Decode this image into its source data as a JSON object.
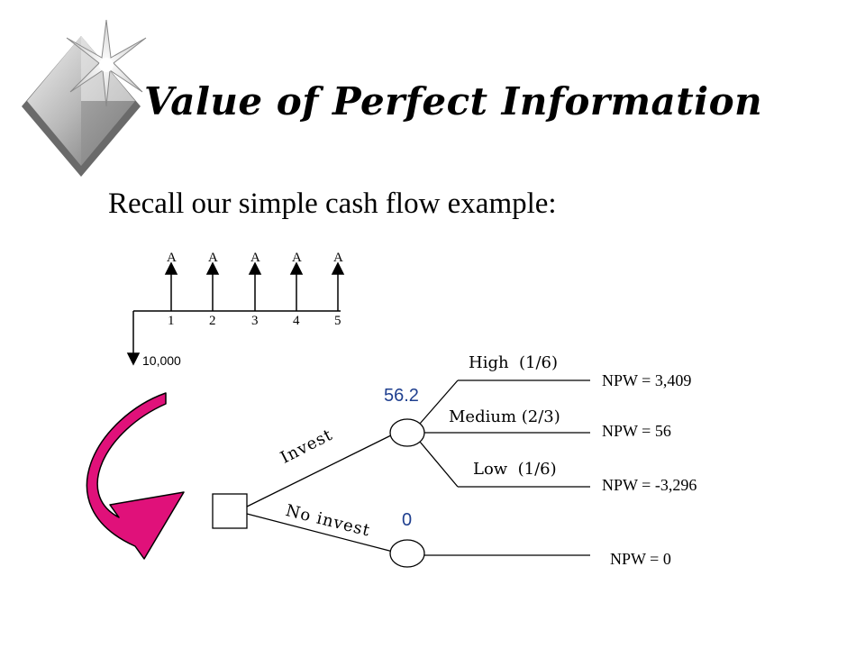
{
  "title": "Value of Perfect Information",
  "subtitle": "Recall our simple cash flow example:",
  "cash_flow": {
    "annuity_labels": [
      "A",
      "A",
      "A",
      "A",
      "A"
    ],
    "periods": [
      "1",
      "2",
      "3",
      "4",
      "5"
    ],
    "initial_outflow": "10,000"
  },
  "decision_tree": {
    "invest_label": "Invest",
    "no_invest_label": "No invest",
    "invest_value": "56.2",
    "no_invest_value": "0",
    "outcomes": [
      {
        "label": "High  (1/6)",
        "npw": "NPW = 3,409"
      },
      {
        "label": "Medium (2/3)",
        "npw": "NPW = 56"
      },
      {
        "label": "Low  (1/6)",
        "npw": "NPW = -3,296"
      }
    ],
    "no_invest_npw": "NPW = 0"
  },
  "colors": {
    "arrow_fill": "#e0117a",
    "value_text": "#1f3f8f"
  }
}
